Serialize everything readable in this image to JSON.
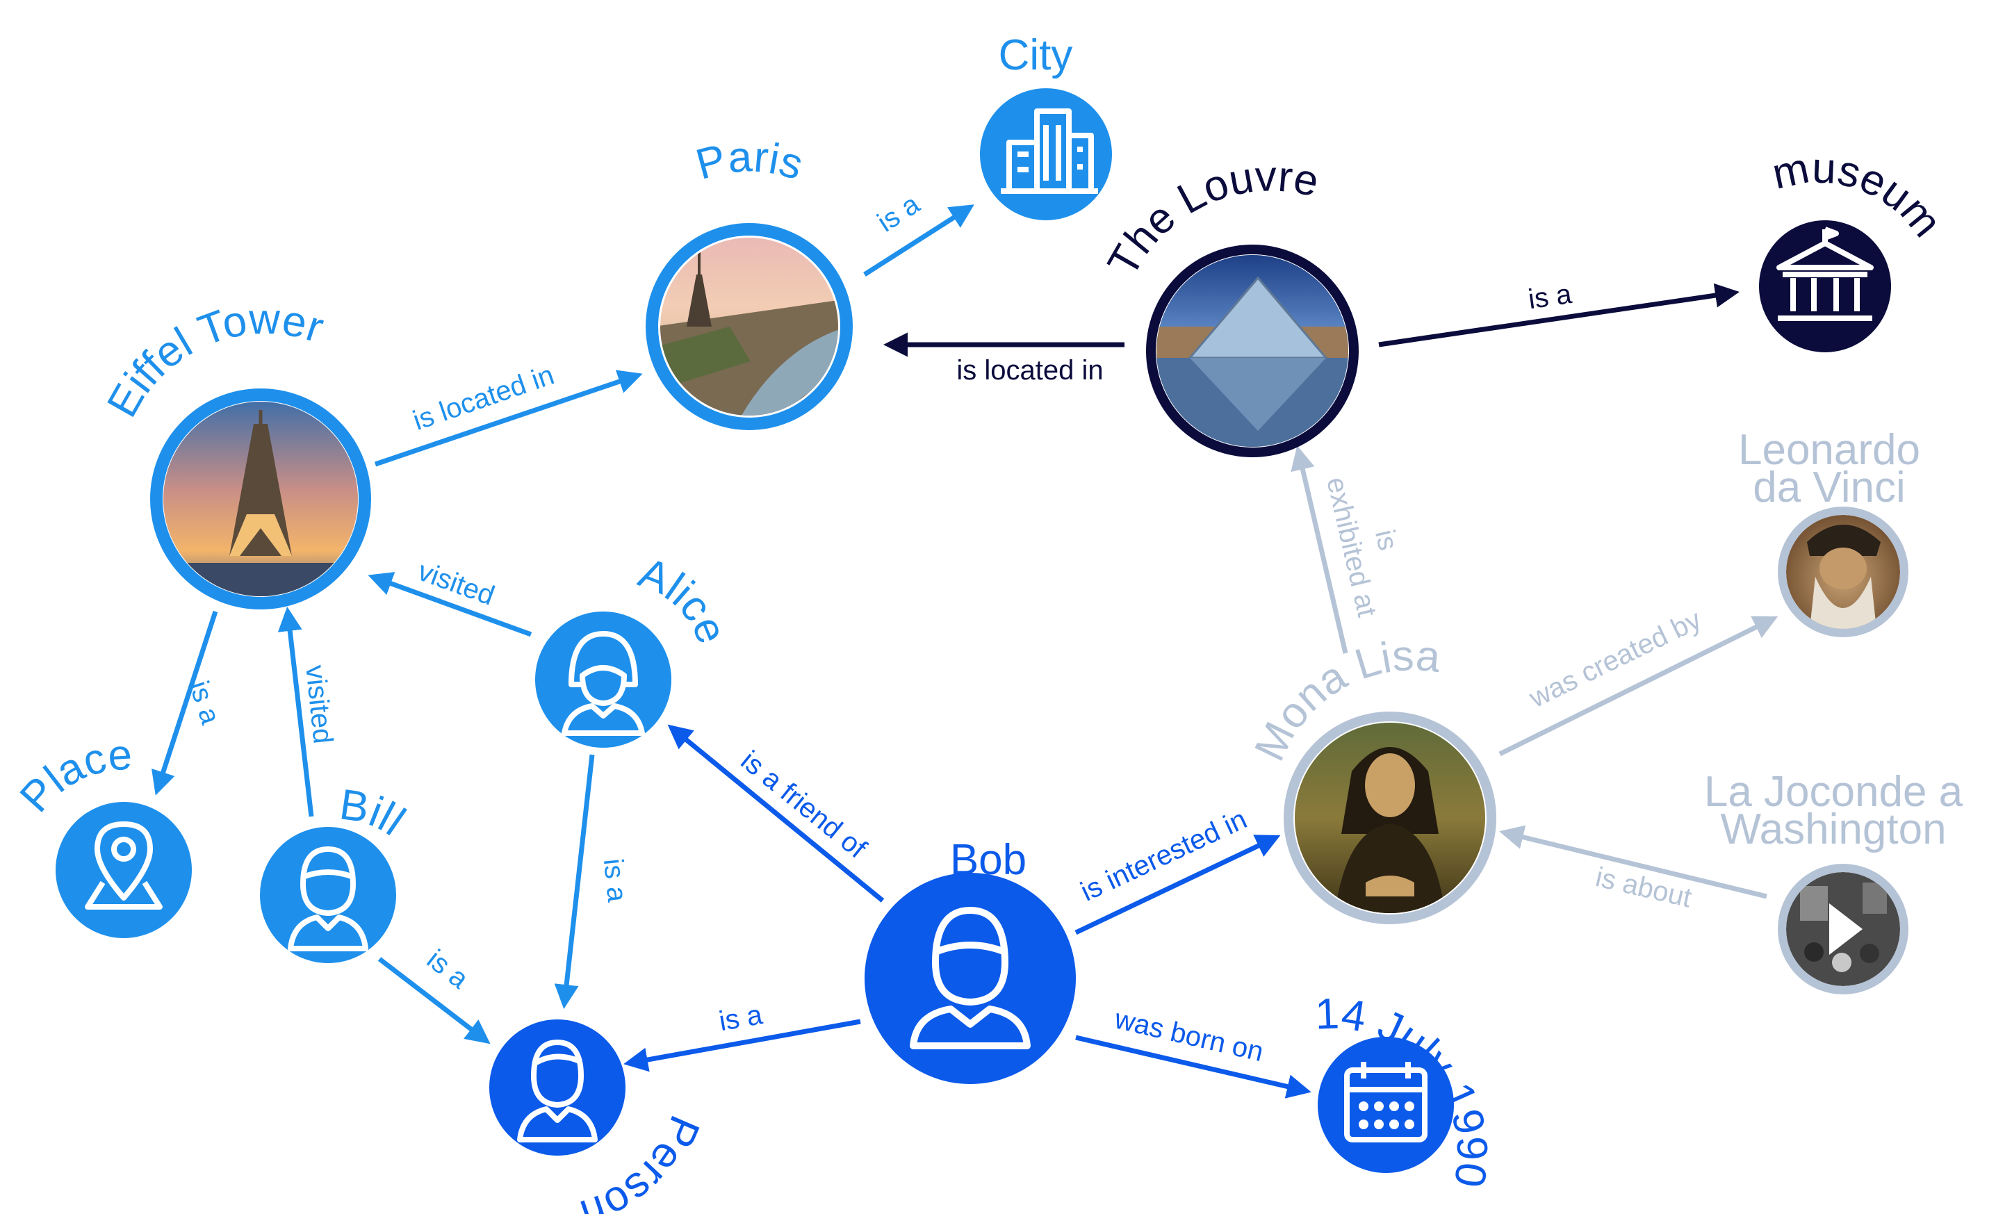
{
  "colors": {
    "light": "#1e90ec",
    "dark": "#0b5aea",
    "navy": "#0b0c3c",
    "grey": "#b5c3d6"
  },
  "nodes": {
    "city": {
      "label": "City",
      "icon": "city-buildings-icon",
      "color": "#1e90ec"
    },
    "paris": {
      "label": "Paris",
      "icon": "paris-photo",
      "color": "#1e90ec"
    },
    "louvre": {
      "label": "The Louvre",
      "icon": "louvre-pyramid-photo",
      "color": "#0b0c3c"
    },
    "museum": {
      "label": "museum",
      "icon": "museum-icon",
      "color": "#0b0c3c"
    },
    "eiffel": {
      "label": "Eiffel Tower",
      "icon": "eiffel-tower-photo",
      "color": "#1e90ec"
    },
    "leonardo": {
      "label1": "Leonardo",
      "label2": "da Vinci",
      "icon": "leonardo-portrait",
      "color": "#b5c3d6"
    },
    "alice": {
      "label": "Alice",
      "icon": "woman-avatar-icon",
      "color": "#1e90ec"
    },
    "monalisa": {
      "label": "Mona Lisa",
      "icon": "mona-lisa-painting",
      "color": "#b5c3d6"
    },
    "joconde": {
      "label1": "La Joconde a",
      "label2": "Washington",
      "icon": "video-play-icon",
      "color": "#b5c3d6"
    },
    "place": {
      "label": "Place",
      "icon": "location-pin-icon",
      "color": "#1e90ec"
    },
    "bill": {
      "label": "Bill",
      "icon": "man-avatar-icon",
      "color": "#1e90ec"
    },
    "bob": {
      "label": "Bob",
      "icon": "man-avatar-icon",
      "color": "#0b5aea"
    },
    "person": {
      "label": "Person",
      "icon": "person-avatar-icon",
      "color": "#0b5aea"
    },
    "date": {
      "label": "14 July 1990",
      "icon": "calendar-icon",
      "color": "#0b5aea"
    }
  },
  "edges": {
    "paris_city": "is a",
    "eiffel_paris": "is located in",
    "louvre_paris": "is located in",
    "louvre_museum": "is a",
    "monalisa_louvre1": "is",
    "monalisa_louvre2": "exhibited at",
    "alice_eiffel": "visited",
    "eiffel_place": "is a",
    "bill_eiffel": "visited",
    "monalisa_leonardo": "was created by",
    "bob_alice": "is a friend of",
    "bob_monalisa": "is interested in",
    "joconde_monalisa": "is about",
    "alice_person": "is a",
    "bill_person": "is a",
    "bob_person": "is a",
    "bob_date": "was born on"
  }
}
